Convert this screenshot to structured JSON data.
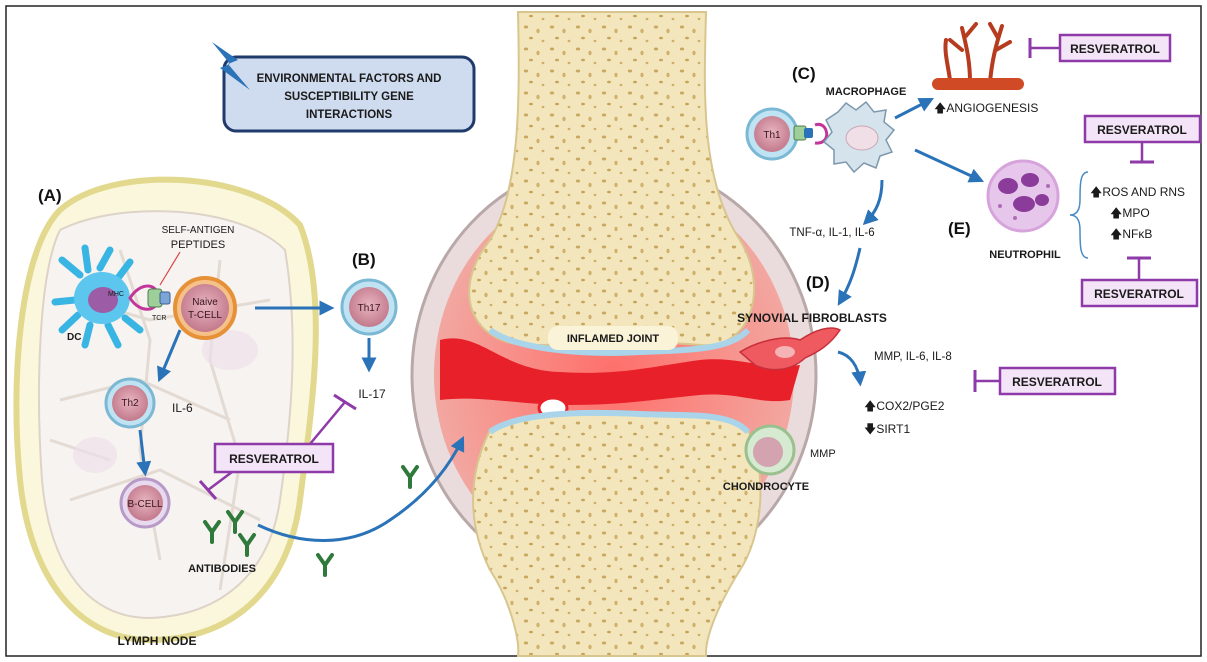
{
  "sections": {
    "a": "(A)",
    "b": "(B)",
    "c": "(C)",
    "d": "(D)",
    "e": "(E)"
  },
  "env_box": {
    "line1": "ENVIRONMENTAL FACTORS AND",
    "line2": "SUSCEPTIBILITY GENE",
    "line3": "INTERACTIONS"
  },
  "lymph": {
    "self_antigen": "SELF-ANTIGEN",
    "peptides": "PEPTIDES",
    "mhc": "MHC",
    "tcr": "TCR",
    "dc": "DC",
    "naive_1": "Naive",
    "naive_2": "T-CELL",
    "th2": "Th2",
    "il6": "IL-6",
    "bcell": "B-CELL",
    "antibodies": "ANTIBODIES",
    "lymph_node": "LYMPH NODE"
  },
  "th17": {
    "label": "Th17",
    "il17": "IL-17"
  },
  "joint": {
    "label": "INFLAMED JOINT",
    "chondrocyte": "CHONDROCYTE",
    "mmp": "MMP"
  },
  "macrophage": {
    "th1": "Th1",
    "label": "MACROPHAGE",
    "angiogenesis": "ANGIOGENESIS",
    "cytokines": "TNF-α, IL-1, IL-6"
  },
  "synovial": {
    "label": "SYNOVIAL FIBROBLASTS",
    "mmp_il": "MMP, IL-6, IL-8",
    "cox2": "COX2/PGE2",
    "sirt1": "SIRT1"
  },
  "neutrophil": {
    "label": "NEUTROPHIL",
    "ros": "ROS AND RNS",
    "mpo": "MPO",
    "nfkb": "NFκB"
  },
  "resveratrol": "RESVERATROL",
  "colors": {
    "arrow": "#2a73b8",
    "resveratrol_border": "#8e3aa8",
    "inhibit": "#8e3aa8",
    "inflamed": "#e8202a",
    "bone": "#f3e6bd",
    "antibody": "#2f7a3b"
  }
}
